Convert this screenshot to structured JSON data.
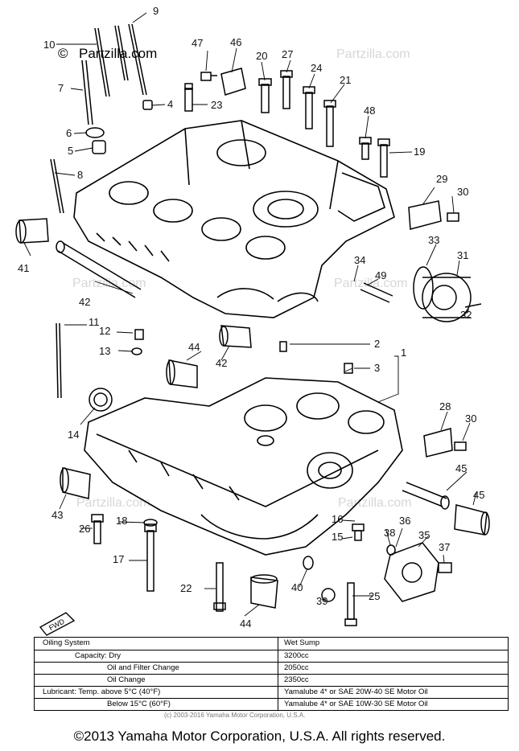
{
  "watermark": {
    "brand": "Partzilla.com",
    "symbol": "©"
  },
  "callouts": [
    "1",
    "2",
    "3",
    "4",
    "5",
    "6",
    "7",
    "8",
    "9",
    "10",
    "11",
    "12",
    "13",
    "14",
    "15",
    "16",
    "17",
    "18",
    "19",
    "20",
    "21",
    "22",
    "23",
    "24",
    "25",
    "26",
    "27",
    "28",
    "29",
    "30",
    "30",
    "31",
    "32",
    "33",
    "34",
    "35",
    "36",
    "37",
    "38",
    "39",
    "40",
    "41",
    "42",
    "42",
    "43",
    "44",
    "44",
    "45",
    "45",
    "46",
    "47",
    "48",
    "49"
  ],
  "fwd_badge": "FWD",
  "spec_table": {
    "rows": [
      {
        "label": "Oiling System",
        "value": "Wet Sump"
      },
      {
        "label": "Capacity: Dry",
        "value": "3200cc"
      },
      {
        "label": "Oil and Filter Change",
        "value": "2050cc"
      },
      {
        "label": "Oil Change",
        "value": "2350cc"
      },
      {
        "label": "Lubricant: Temp. above 5°C (40°F)",
        "value": "Yamalube 4* or SAE 20W-40 SE Motor Oil"
      },
      {
        "label": "Below 15°C (60°F)",
        "value": "Yamalube 4* or SAE 10W-30 SE Motor Oil"
      }
    ]
  },
  "source_note": "(c) 2003-2016 Yamaha Motor Corporation, U.S.A.",
  "copyright": "©2013 Yamaha Motor Corporation, U.S.A. All rights reserved."
}
